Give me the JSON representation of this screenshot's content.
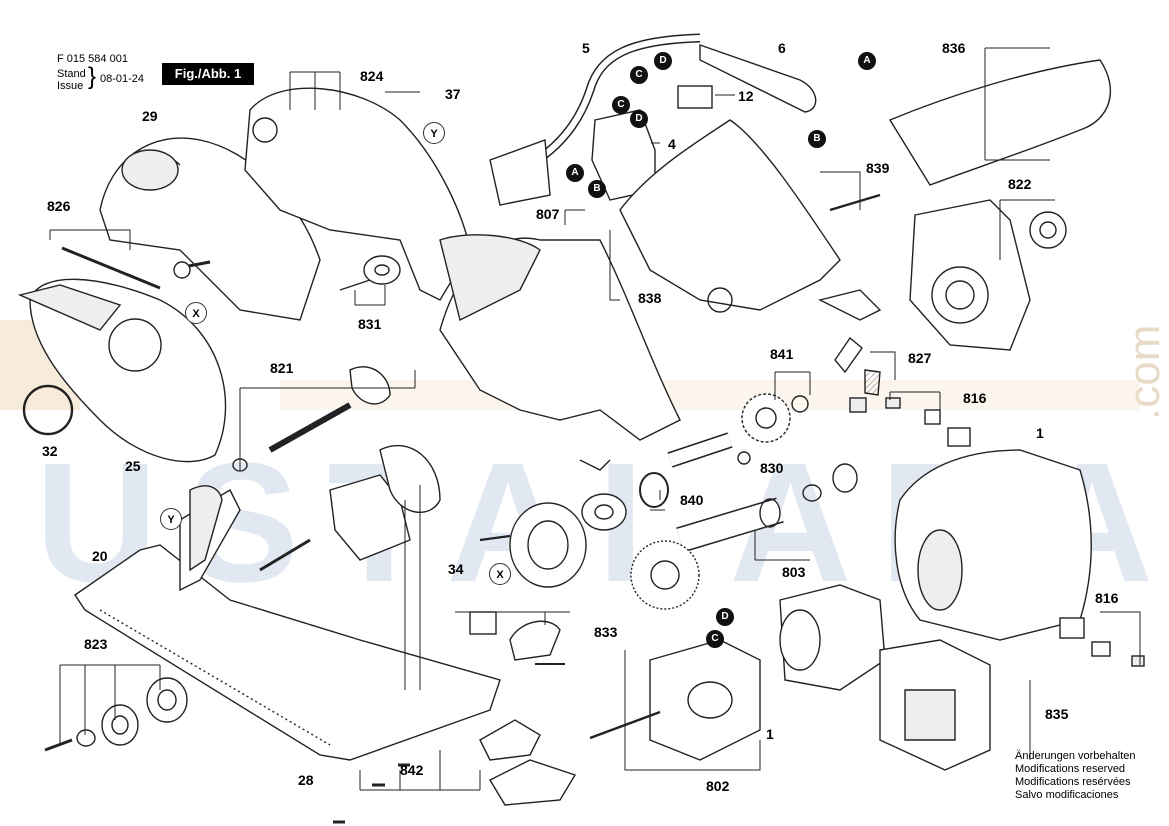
{
  "header": {
    "doc_number": "F 015 584 001",
    "stand_label": "Stand",
    "issue_label": "Issue",
    "date": "08-01-24",
    "figure_label": "Fig./Abb. 1"
  },
  "watermark": {
    "text": "USTALARA",
    "suffix": ".com"
  },
  "callouts": {
    "c5": "5",
    "c6": "6",
    "c836": "836",
    "c824": "824",
    "c37": "37",
    "c12": "12",
    "c4": "4",
    "c29": "29",
    "c839": "839",
    "c826": "826",
    "c822": "822",
    "c807": "807",
    "c838": "838",
    "c831": "831",
    "c841": "841",
    "c827": "827",
    "c821": "821",
    "c816a": "816",
    "c32": "32",
    "c25": "25",
    "c1a": "1",
    "c830": "830",
    "c840": "840",
    "c20": "20",
    "c34": "34",
    "c803": "803",
    "c816b": "816",
    "c823": "823",
    "c833": "833",
    "c835": "835",
    "c1b": "1",
    "c28": "28",
    "c842": "842",
    "c802": "802"
  },
  "refs": {
    "A1": "A",
    "A2": "A",
    "B1": "B",
    "B2": "B",
    "C1": "C",
    "C2": "C",
    "C3": "C",
    "D1": "D",
    "D2": "D",
    "D3": "D",
    "X1": "X",
    "X2": "X",
    "Y1": "Y",
    "Y2": "Y"
  },
  "footer": {
    "line1": "Änderungen vorbehalten",
    "line2": "Modifications reserved",
    "line3": "Modifications resérvées",
    "line4": "Salvo modificaciones"
  },
  "colors": {
    "line": "#222222",
    "fill": "#ffffff",
    "shade": "#d9d9d9",
    "watermark_blue": "#c9d7e6",
    "watermark_orange": "#e9c79a"
  }
}
